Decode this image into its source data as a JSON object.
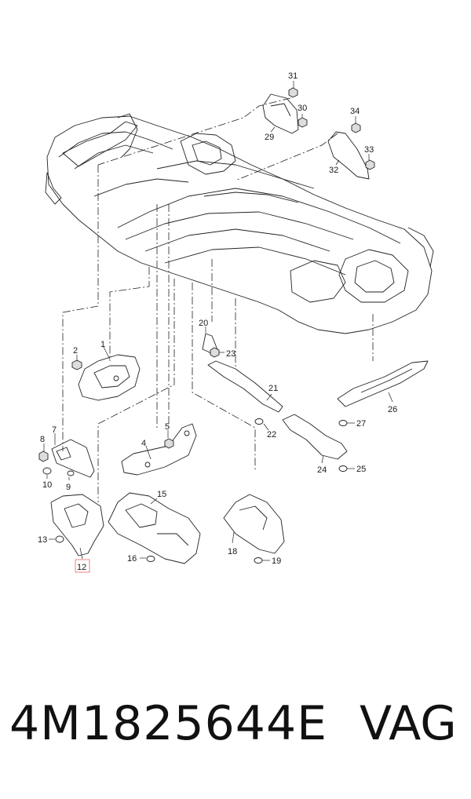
{
  "diagram": {
    "callouts": [
      {
        "id": "c1",
        "text": "1"
      },
      {
        "id": "c2",
        "text": "2"
      },
      {
        "id": "c4",
        "text": "4"
      },
      {
        "id": "c5",
        "text": "5"
      },
      {
        "id": "c7",
        "text": "7"
      },
      {
        "id": "c8",
        "text": "8"
      },
      {
        "id": "c9",
        "text": "9"
      },
      {
        "id": "c10",
        "text": "10"
      },
      {
        "id": "c12",
        "text": "12"
      },
      {
        "id": "c13",
        "text": "13"
      },
      {
        "id": "c15",
        "text": "15"
      },
      {
        "id": "c16",
        "text": "16"
      },
      {
        "id": "c18",
        "text": "18"
      },
      {
        "id": "c19",
        "text": "19"
      },
      {
        "id": "c20",
        "text": "20"
      },
      {
        "id": "c21",
        "text": "21"
      },
      {
        "id": "c22",
        "text": "22"
      },
      {
        "id": "c23",
        "text": "23"
      },
      {
        "id": "c24",
        "text": "24"
      },
      {
        "id": "c25",
        "text": "25"
      },
      {
        "id": "c26",
        "text": "26"
      },
      {
        "id": "c27",
        "text": "27"
      },
      {
        "id": "c29",
        "text": "29"
      },
      {
        "id": "c30",
        "text": "30"
      },
      {
        "id": "c31",
        "text": "31"
      },
      {
        "id": "c32",
        "text": "32"
      },
      {
        "id": "c33",
        "text": "33"
      },
      {
        "id": "c34",
        "text": "34"
      }
    ],
    "highlight_callout": "12",
    "highlight_color": "#f08080"
  },
  "footer": {
    "part_number": "4M1825644E",
    "brand": "VAG"
  }
}
